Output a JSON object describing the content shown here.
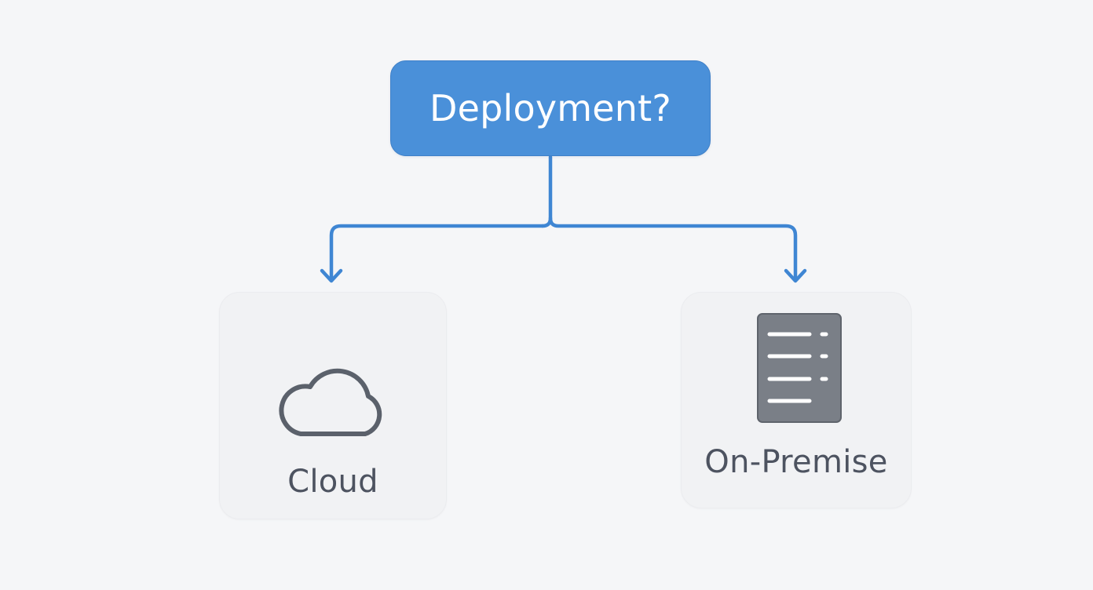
{
  "diagram": {
    "root": {
      "label": "Deployment?",
      "color": "#4a90d9"
    },
    "connector_color": "#3f86d3",
    "options": [
      {
        "label": "Cloud",
        "icon": "cloud-icon"
      },
      {
        "label": "On-Premise",
        "icon": "server-icon"
      }
    ],
    "icon_color": "#5b616b",
    "server_fill": "#7a7f87"
  }
}
